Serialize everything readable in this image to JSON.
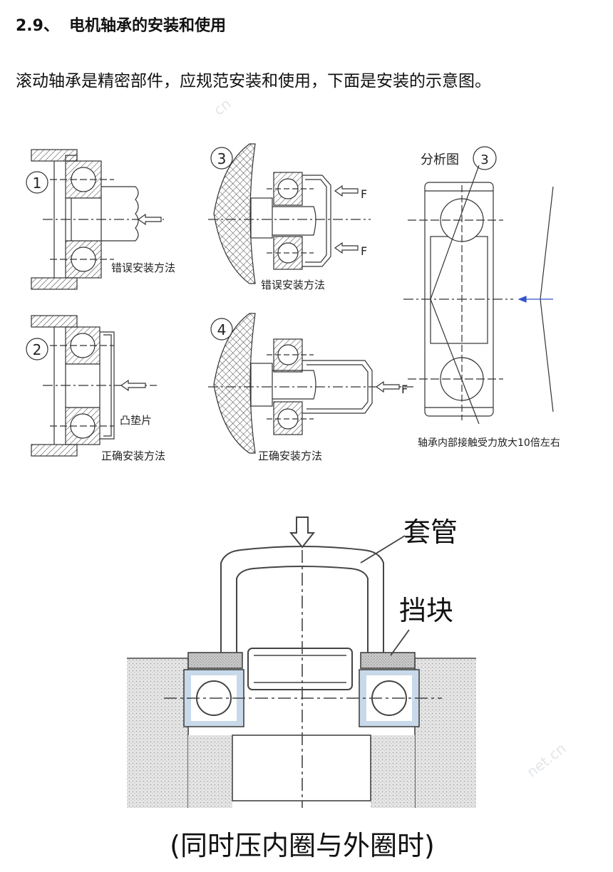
{
  "section": {
    "number": "2.9、",
    "title": "电机轴承的安装和使用"
  },
  "intro": "滚动轴承是精密部件，应规范安装和使用，下面是安装的示意图。",
  "diagram1": {
    "marks": [
      "1",
      "2",
      "3",
      "4"
    ],
    "force": "F",
    "caption_wrong": "错误安装方法",
    "caption_right": "正确安装方法",
    "label_washer": "凸垫片",
    "analysis_title": "分析图",
    "analysis_mark": "3",
    "analysis_caption": "轴承内部接触受力放大10倍左右"
  },
  "diagram2": {
    "label_tube": "套管",
    "label_block": "挡块",
    "caption": "(同时压内圈与外圈时)"
  },
  "watermarks": [
    "cn",
    "net.cn"
  ]
}
